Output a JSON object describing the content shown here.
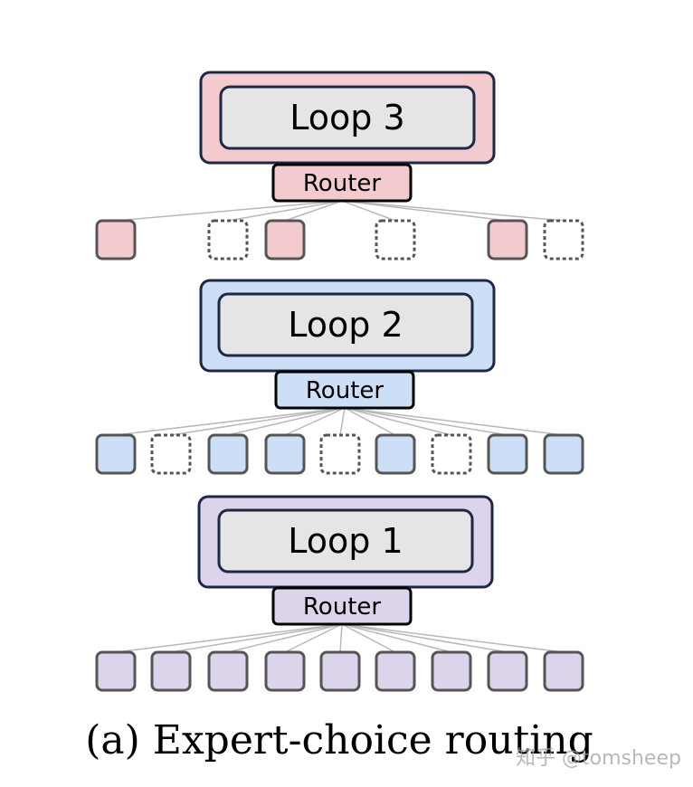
{
  "colors": {
    "loop3": "#f3cbcf",
    "loop2": "#cddff7",
    "loop1": "#dbd4ea",
    "inner_box": "#e5e5e5",
    "outline": "#1c2846",
    "token_border": "#555555",
    "link_line": "#b8b8b8"
  },
  "levels": [
    {
      "loop_label": "Loop 3",
      "router_label": "Router",
      "color_key": "loop3",
      "tokens": [
        true,
        false,
        true,
        false,
        true,
        false
      ]
    },
    {
      "loop_label": "Loop 2",
      "router_label": "Router",
      "color_key": "loop2",
      "tokens": [
        true,
        false,
        true,
        true,
        false,
        true,
        false,
        true,
        true
      ]
    },
    {
      "loop_label": "Loop 1",
      "router_label": "Router",
      "color_key": "loop1",
      "tokens": [
        true,
        true,
        true,
        true,
        true,
        true,
        true,
        true,
        true
      ]
    }
  ],
  "caption": "(a) Expert-choice routing",
  "watermark": "知乎 @tomsheep"
}
